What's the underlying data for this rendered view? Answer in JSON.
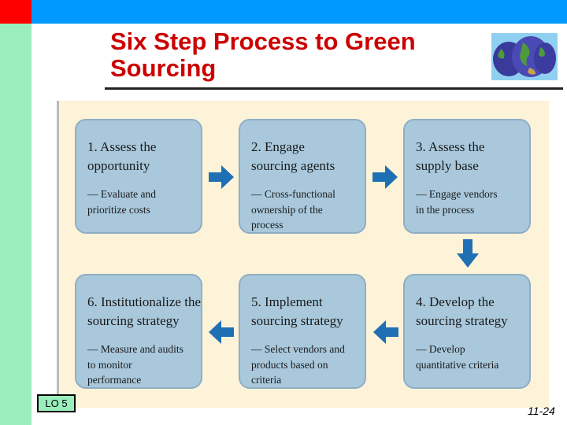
{
  "slide": {
    "title": "Six Step Process to Green\nSourcing",
    "lo_label": "LO 5",
    "page_number": "11-24"
  },
  "steps": [
    {
      "title": "1. Assess the\n   opportunity",
      "detail": "— Evaluate and\n   prioritize costs"
    },
    {
      "title": "2. Engage\n   sourcing agents",
      "detail": "— Cross-functional\n   ownership of the\n   process"
    },
    {
      "title": "3. Assess the\n   supply base",
      "detail": "— Engage vendors\n   in the process"
    },
    {
      "title": "4. Develop the\n   sourcing strategy",
      "detail": "— Develop\n   quantitative criteria"
    },
    {
      "title": "5. Implement\n   sourcing strategy",
      "detail": "— Select vendors and\n   products based on\n   criteria"
    },
    {
      "title": "6. Institutionalize the\n   sourcing strategy",
      "detail": "— Measure and audits\n   to monitor\n   performance"
    }
  ],
  "colors": {
    "title": "#cc0000",
    "top_bar": "#0099ff",
    "corner": "#ff0000",
    "side_bar": "#99eebb",
    "box_fill": "#a9c8dc",
    "arrow": "#1f6fb5",
    "figure_bg": "#fcf3d9"
  },
  "icons": {
    "globe": "globe-icon",
    "arrow": "arrow-icon"
  }
}
